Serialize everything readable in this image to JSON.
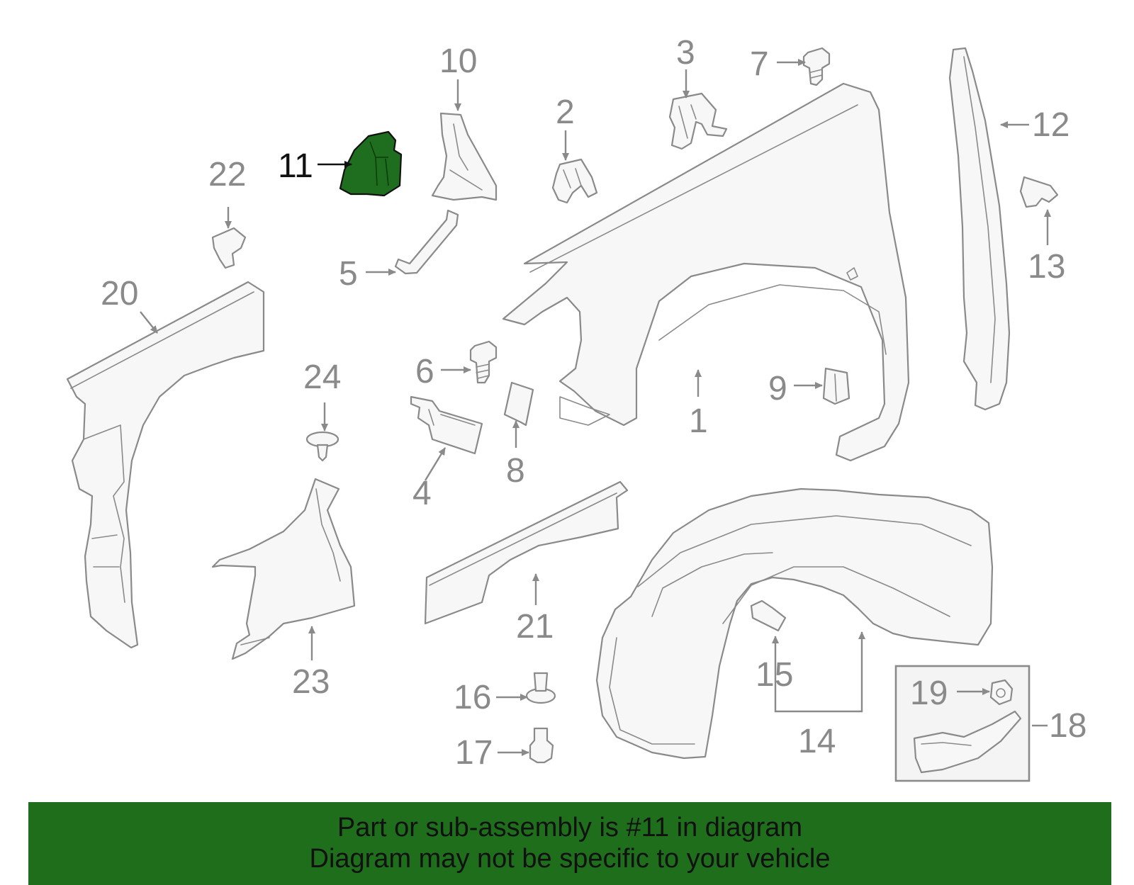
{
  "diagram": {
    "highlight_color": "#1e6e1c",
    "callouts": {
      "c1": "1",
      "c2": "2",
      "c3": "3",
      "c4": "4",
      "c5": "5",
      "c6": "6",
      "c7": "7",
      "c8": "8",
      "c9": "9",
      "c10": "10",
      "c11": "11",
      "c12": "12",
      "c13": "13",
      "c14": "14",
      "c15": "15",
      "c16": "16",
      "c17": "17",
      "c18": "18",
      "c19": "19",
      "c20": "20",
      "c21": "21",
      "c22": "22",
      "c23": "23",
      "c24": "24"
    }
  },
  "banner": {
    "background": "#1e6e1c",
    "line1": "Part or sub-assembly is #11 in diagram",
    "line2": "Diagram may not be specific to your vehicle"
  }
}
